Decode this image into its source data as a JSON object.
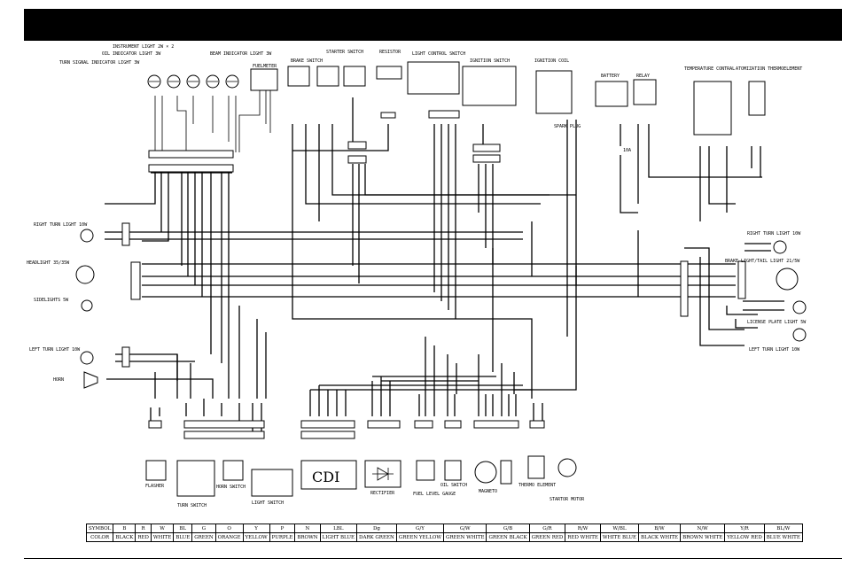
{
  "components": {
    "instrument_light": "INSTRUMENT LIGHT 2W × 2",
    "oil_indicator": "OIL INDICATOR LIGHT 3W",
    "turn_signal_indicator": "TURN SIGNAL INDICATOR LIGHT 3W",
    "beam_indicator": "BEAM INDICATOR LIGHT 3W",
    "fuel_meter": "FUELMETER",
    "brake_switch": "BRAKE SWITCH",
    "starter_switch": "STARTER SWITCH",
    "resistor": "RESISTOR",
    "light_control_switch": "LIGHT CONTROL SWITCH",
    "ignition_switch": "IGNITION SWITCH",
    "ignition_coil": "IGNITION COIL",
    "spark_plug": "SPARK PLUG",
    "battery": "BATTERY",
    "relay": "RELAY",
    "fuse": "10A",
    "temperature_control": "TEMPERATURE CONTRAL",
    "atomization_thermo": "ATOMIZATION THERMOELEMENT",
    "right_turn_left": "RIGHT TURN LIGHT 10W",
    "headlight": "HEADLIGHT 35/35W",
    "sidelights": "SIDELIGHTS 5W",
    "left_turn_left": "LEFT TURN LIGHT 10W",
    "horn": "HORN",
    "right_turn_right": "RIGHT TURN LIGHT 10W",
    "brake_tail": "BRAKE LIGHT/TAIL LIGHT 21/5W",
    "license_plate": "LICENSE PLATE LIGHT 5W",
    "left_turn_right": "LEFT TURN LIGHT 10W",
    "flasher": "FLASHER",
    "turn_switch": "TURN SWITCH",
    "horn_switch": "HORN SWITCH",
    "light_switch": "LIGHT SWITCH",
    "cdi": "CDI",
    "rectifier": "RECTIFIER",
    "fuel_level_gauge": "FUEL LEVEL GAUGE",
    "oil_switch": "OIL SWITCH",
    "magneto": "MAGNETO",
    "thermo_element": "THERMO ELEMENT",
    "starter_motor": "STARTOR MOTOR"
  },
  "legend": {
    "symbol_header": "SYMBOL",
    "color_header": "COLOR",
    "symbols": [
      "B",
      "R",
      "W",
      "BL",
      "G",
      "O",
      "Y",
      "P",
      "N",
      "LBL",
      "Dg",
      "G/Y",
      "G/W",
      "G/B",
      "G/R",
      "R/W",
      "W/BL",
      "B/W",
      "N/W",
      "Y/R",
      "BL/W"
    ],
    "colors": [
      "BLACK",
      "RED",
      "WHITE",
      "BLUE",
      "GREEN",
      "ORANGE",
      "YELLOW",
      "PURPLE",
      "BROWN",
      "LIGHT BLUE",
      "DARK GREEN",
      "GREEN YELLOW",
      "GREEN WHITE",
      "GREEN BLACK",
      "GREEN RED",
      "RED WHITE",
      "WHITE BLUE",
      "BLACK WHITE",
      "BROWN WHITE",
      "YELLOW RED",
      "BLUE WHITE"
    ]
  }
}
